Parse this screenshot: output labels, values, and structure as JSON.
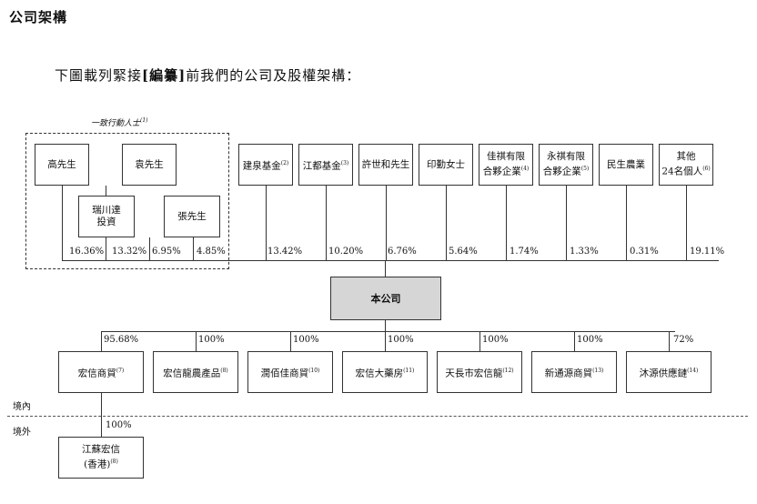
{
  "title": "公司架構",
  "intro": {
    "before": "下圖載列緊接",
    "bold": "[編纂]",
    "after": "前我們的公司及股權架構："
  },
  "concert_group": {
    "label": "一致行動人士",
    "note": "(1)"
  },
  "shareholders": [
    {
      "name": "高先生",
      "note": ""
    },
    {
      "name": "袁先生",
      "note": ""
    },
    {
      "name": "瑞川達\n投資",
      "note": ""
    },
    {
      "name": "張先生",
      "note": ""
    },
    {
      "name": "建泉基金",
      "note": "(2)"
    },
    {
      "name": "江都基金",
      "note": "(3)"
    },
    {
      "name": "許世和先生",
      "note": ""
    },
    {
      "name": "印勤女士",
      "note": ""
    },
    {
      "name": "佳祺有限\n合夥企業",
      "note": "(4)"
    },
    {
      "name": "永祺有限\n合夥企業",
      "note": "(5)"
    },
    {
      "name": "民生農業",
      "note": ""
    },
    {
      "name": "其他\n24名個人",
      "note": "(6)"
    }
  ],
  "shareholding_pcts": [
    "16.36%",
    "13.32%",
    "6.95%",
    "4.85%",
    "13.42%",
    "10.20%",
    "6.76%",
    "5.64%",
    "1.74%",
    "1.33%",
    "0.31%",
    "19.11%"
  ],
  "company": "本公司",
  "subsidiaries": [
    {
      "name": "宏信商貿",
      "note": "(7)",
      "pct": "95.68%"
    },
    {
      "name": "宏信龍農產品",
      "note": "(8)",
      "pct": "100%"
    },
    {
      "name": "潤佰佳商貿",
      "note": "(10)",
      "pct": "100%"
    },
    {
      "name": "宏信大藥房",
      "note": "(11)",
      "pct": "100%"
    },
    {
      "name": "天長市宏信龍",
      "note": "(12)",
      "pct": "100%"
    },
    {
      "name": "新通源商貿",
      "note": "(13)",
      "pct": "100%"
    },
    {
      "name": "沐源供應鏈",
      "note": "(14)",
      "pct": "72%"
    }
  ],
  "regions": {
    "onshore": "境內",
    "offshore": "境外"
  },
  "offshore_sub": {
    "name": "江蘇宏信\n(香港)",
    "note": "(8)",
    "pct": "100%"
  }
}
